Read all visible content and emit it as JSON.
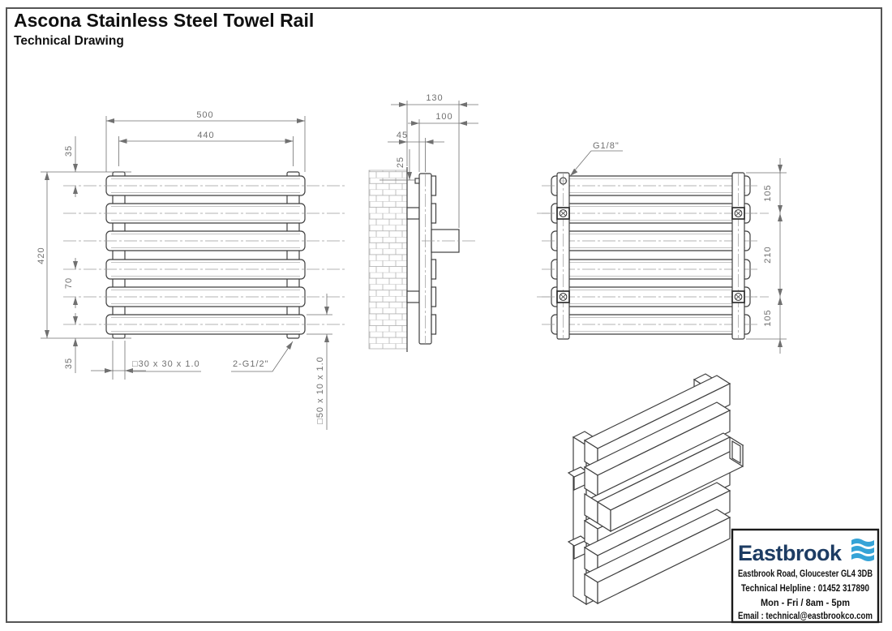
{
  "header": {
    "title": "Ascona Stainless Steel Towel Rail",
    "subtitle": "Technical Drawing"
  },
  "front_view": {
    "dims": {
      "overall_width": "500",
      "centres_width": "440",
      "overall_height": "420",
      "top_offset": "35",
      "bar_pitch": "70",
      "bottom_offset": "35",
      "upright_section": "□30 x 30 x 1.0",
      "bar_section": "□50 x 10 x 1.0",
      "connections": "2-G1/2\""
    }
  },
  "side_view": {
    "dims": {
      "overall_depth": "130",
      "frame_depth": "100",
      "wall_offset": "45",
      "top_gap": "25"
    }
  },
  "back_view": {
    "dims": {
      "air_vent": "G1/8\"",
      "top_bracket": "105",
      "bracket_spacing": "210",
      "bottom_bracket": "105"
    }
  },
  "logo_box": {
    "brand": "Eastbrook",
    "brand_color": "#1d3c63",
    "flag_color": "#35a3d7",
    "address": "Eastbrook Road, Gloucester GL4 3DB",
    "helpline": "Technical Helpline : 01452 317890",
    "hours": "Mon - Fri / 8am - 5pm",
    "email": "Email : technical@eastbrookco.com"
  }
}
